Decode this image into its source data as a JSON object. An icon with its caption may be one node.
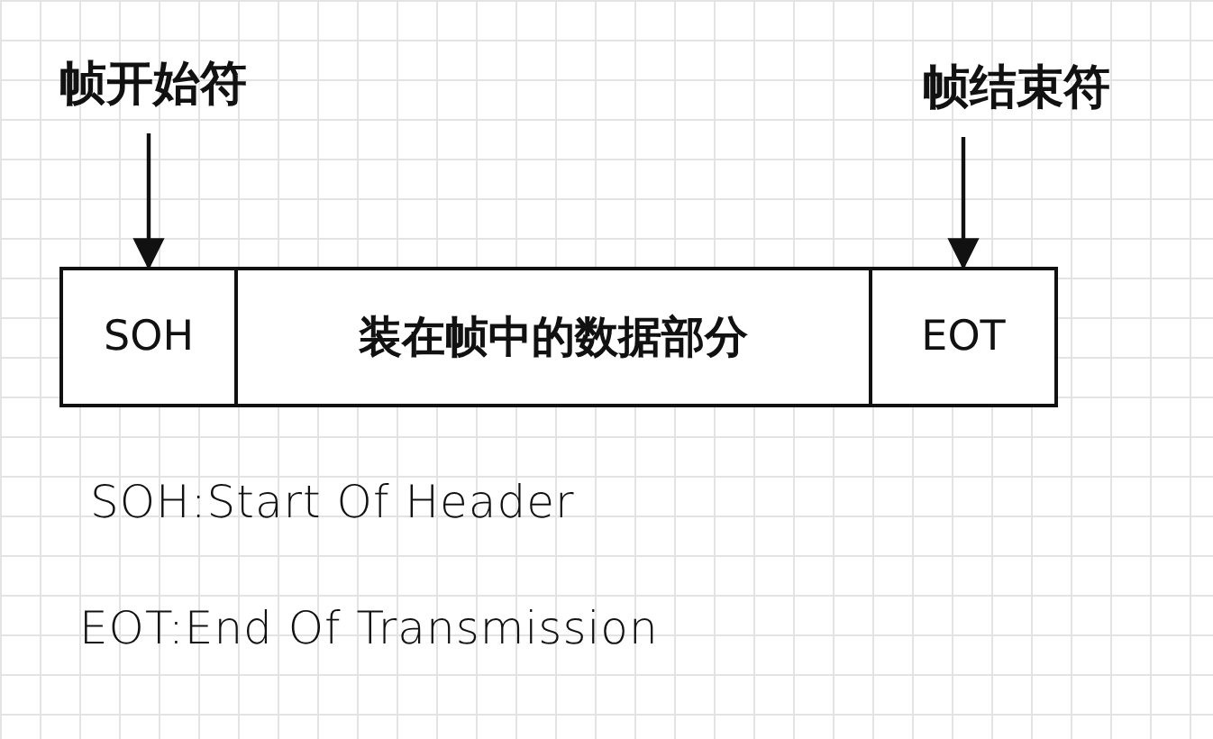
{
  "diagram": {
    "nodes": [
      {
        "text": [
          "帧开始符"
        ]
      },
      {
        "text": [
          "帧结束符"
        ]
      },
      {
        "text": [
          "SOH"
        ]
      },
      {
        "text": [
          "装在帧中的数据部分"
        ]
      },
      {
        "text": [
          "EOT"
        ]
      }
    ],
    "edges": [
      {
        "from": 0,
        "to": 2,
        "arrow": "to"
      },
      {
        "from": 1,
        "to": 4,
        "arrow": "to"
      }
    ],
    "labels": [
      "SOH:Start Of Header",
      "EOT:End Of Transmission"
    ]
  }
}
